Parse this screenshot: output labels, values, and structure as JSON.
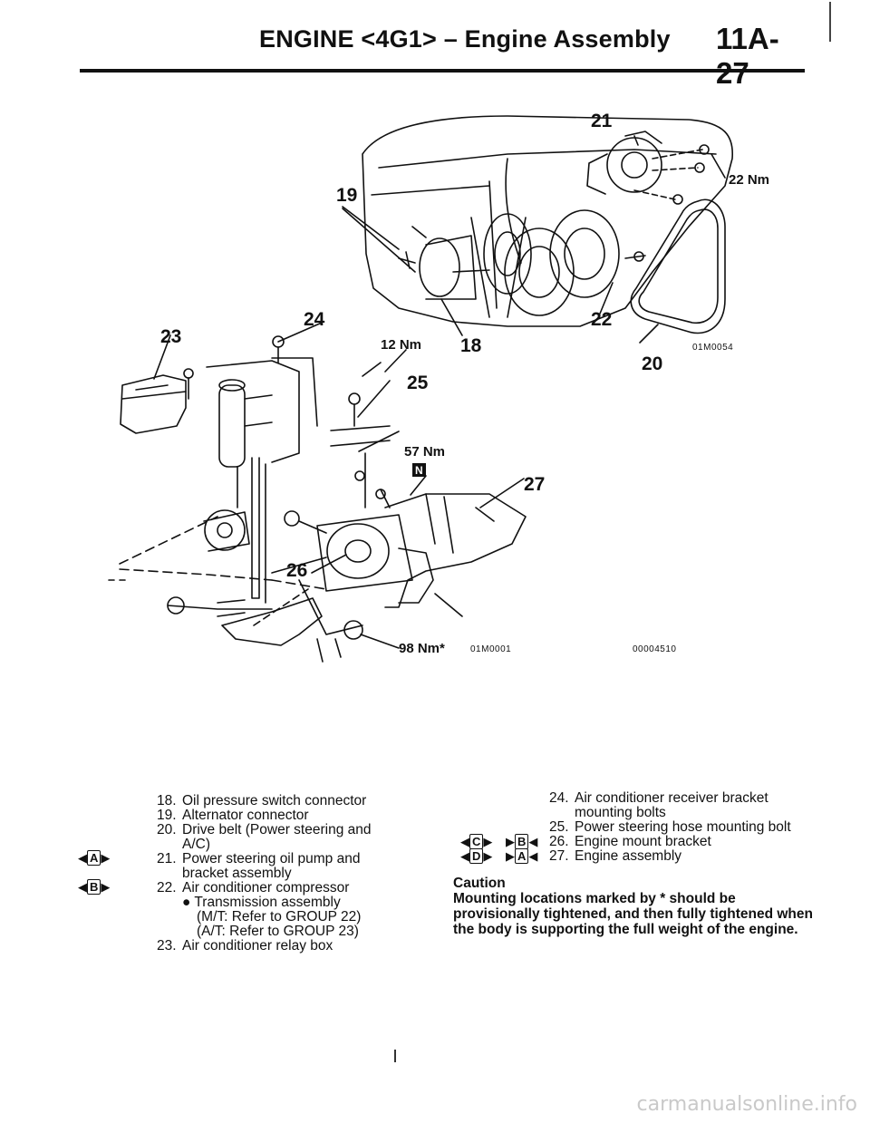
{
  "header": {
    "title": "ENGINE <4G1> – Engine Assembly",
    "page_number": "11A-27"
  },
  "figure": {
    "callouts": {
      "c18": "18",
      "c19": "19",
      "c20": "20",
      "c21": "21",
      "c22": "22",
      "c23": "23",
      "c24": "24",
      "c25": "25",
      "c26": "26",
      "c27": "27"
    },
    "torques": {
      "t22": "22 Nm",
      "t12": "12 Nm",
      "t57": "57 Nm",
      "t98": "98 Nm*"
    },
    "marker_n": "N",
    "codes": {
      "code1": "01M0054",
      "code2": "01M0001",
      "code3": "00004510"
    }
  },
  "legend_left": {
    "items": [
      {
        "num": "18.",
        "text": "Oil pressure switch connector"
      },
      {
        "num": "19.",
        "text": "Alternator connector"
      },
      {
        "num": "20.",
        "text": "Drive belt (Power steering and"
      },
      {
        "num": "",
        "text": "A/C)"
      },
      {
        "num": "21.",
        "text": "Power steering oil pump and"
      },
      {
        "num": "",
        "text": "bracket assembly"
      },
      {
        "num": "22.",
        "text": "Air conditioner compressor"
      },
      {
        "num": "",
        "text": "● Transmission assembly"
      },
      {
        "num": "",
        "text": "(M/T: Refer to GROUP 22)"
      },
      {
        "num": "",
        "text": "(A/T: Refer to GROUP 23)"
      },
      {
        "num": "23.",
        "text": "Air conditioner relay box"
      }
    ]
  },
  "legend_right": {
    "items": [
      {
        "num": "24.",
        "text": "Air conditioner receiver bracket"
      },
      {
        "num": "",
        "text": "mounting bolts"
      },
      {
        "num": "25.",
        "text": "Power steering hose mounting bolt"
      },
      {
        "num": "26.",
        "text": "Engine mount bracket"
      },
      {
        "num": "27.",
        "text": "Engine assembly"
      }
    ]
  },
  "markers": {
    "a": "A",
    "b": "B",
    "c": "C",
    "d": "D",
    "b_inst": "B",
    "a_inst": "A"
  },
  "caution": {
    "heading": "Caution",
    "text": "Mounting locations marked by * should be provisionally tightened, and then fully tightened when the body is supporting the full weight of the engine."
  },
  "watermark": "carmanualsonline.info"
}
